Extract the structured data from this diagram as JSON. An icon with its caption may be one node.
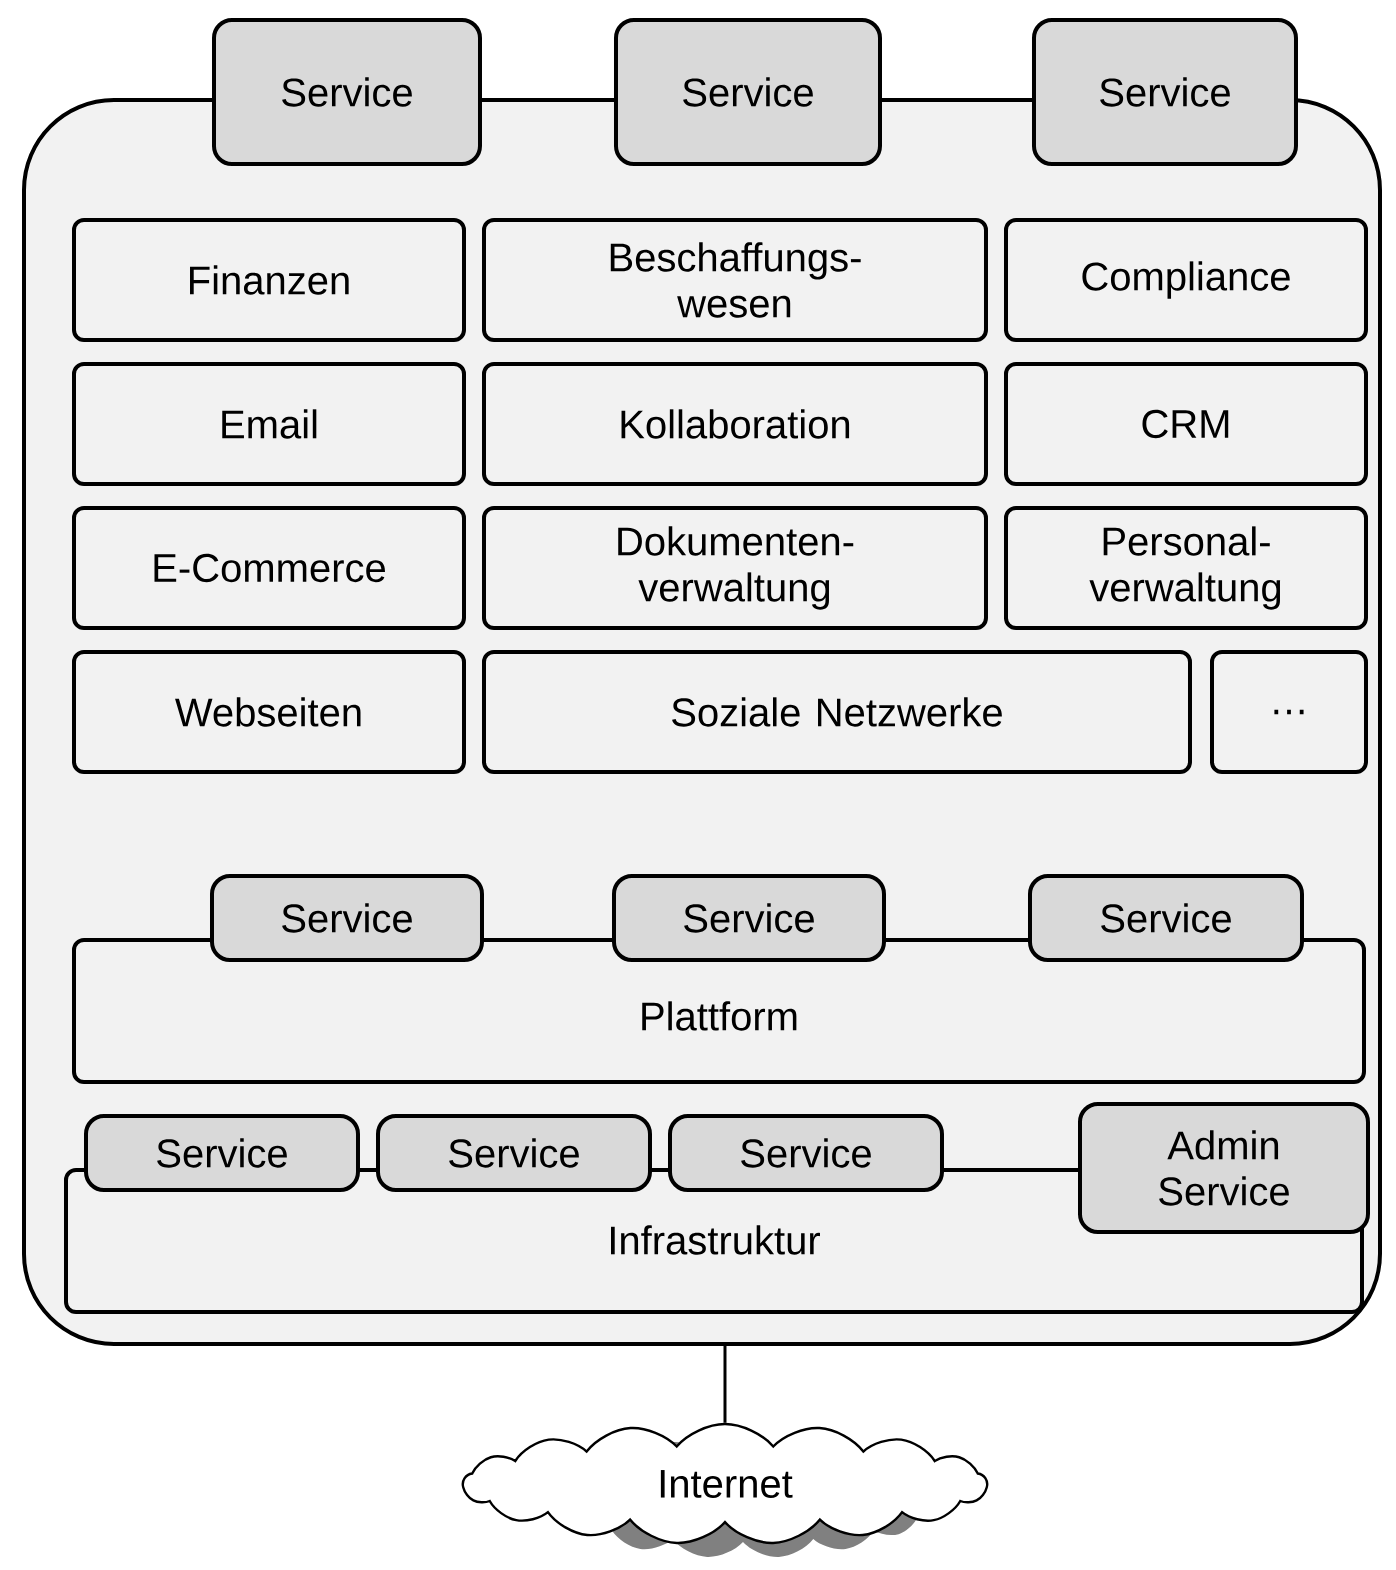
{
  "diagram": {
    "nodes": [
      {
        "text": [],
        "shape": "box"
      },
      {
        "text": [
          "Service"
        ]
      },
      {
        "text": [
          "Service"
        ]
      },
      {
        "text": [
          "Service"
        ]
      },
      {
        "text": [
          "Finanzen"
        ],
        "in": 0
      },
      {
        "text": [
          "Beschaffungs- wesen"
        ],
        "in": 0
      },
      {
        "text": [
          "Compliance"
        ],
        "in": 0
      },
      {
        "text": [
          "Email"
        ],
        "in": 0
      },
      {
        "text": [
          "Kollaboration"
        ],
        "in": 0
      },
      {
        "text": [
          "CRM"
        ],
        "in": 0
      },
      {
        "text": [
          "E-Commerce"
        ],
        "in": 0
      },
      {
        "text": [
          "Dokumenten- verwaltung"
        ],
        "in": 0
      },
      {
        "text": [
          "Personal- verwaltung"
        ],
        "in": 0
      },
      {
        "text": [
          "Webseiten"
        ],
        "in": 0
      },
      {
        "text": [
          "Soziale Netzwerke"
        ],
        "in": 0
      },
      {
        "text": [
          "…"
        ],
        "in": 0
      },
      {
        "text": [
          "Plattform"
        ],
        "in": 0
      },
      {
        "text": [
          "Service"
        ],
        "in": 0
      },
      {
        "text": [
          "Service"
        ],
        "in": 0
      },
      {
        "text": [
          "Service"
        ],
        "in": 0
      },
      {
        "text": [
          "Infrastruktur"
        ],
        "in": 0
      },
      {
        "text": [
          "Service"
        ],
        "in": 0
      },
      {
        "text": [
          "Service"
        ],
        "in": 0
      },
      {
        "text": [
          "Service"
        ],
        "in": 0
      },
      {
        "text": [
          "Admin Service"
        ],
        "in": 0
      },
      {
        "text": [
          "Internet"
        ]
      }
    ],
    "edges": [
      {
        "from": 0,
        "to": 25,
        "arrow": "none"
      }
    ]
  }
}
